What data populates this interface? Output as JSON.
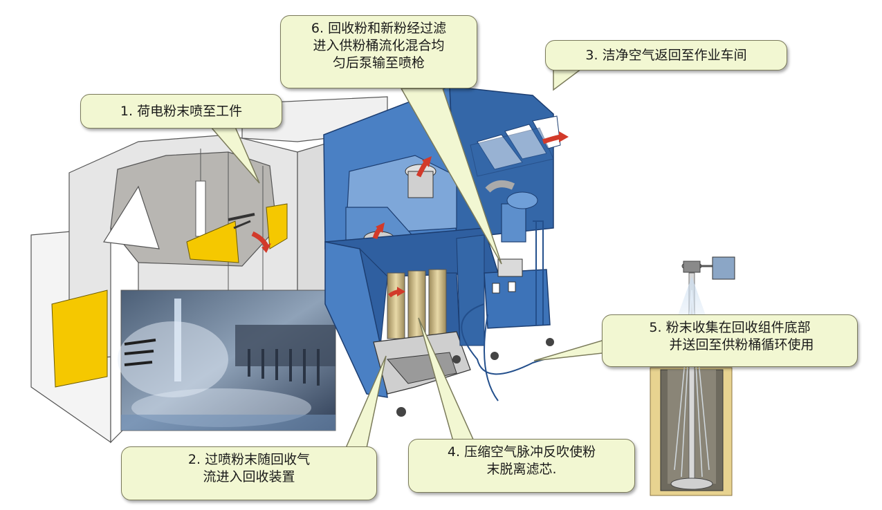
{
  "colors": {
    "booth_blue": "#3d73b8",
    "booth_blue_dark": "#234f8c",
    "booth_blue_light": "#6f9fd8",
    "booth_white": "#eeeeee",
    "panel_yellow": "#f5c800",
    "arrow_red": "#d23a2a",
    "callout_fill": "#f2f7d2"
  },
  "callouts": {
    "c1": {
      "line1": "1. 荷电粉末喷至工件"
    },
    "c2": {
      "line1": "2. 过喷粉末随回收气",
      "line2": "流进入回收装置"
    },
    "c3": {
      "line1": "3. 洁净空气返回至作业车间"
    },
    "c4": {
      "line1": "4. 压缩空气脉冲反吹使粉",
      "line2": "末脱离滤芯."
    },
    "c5": {
      "line1": "5. 粉末收集在回收组件底部",
      "line2": "并送回至供粉桶循环使用"
    },
    "c6": {
      "line1": "6. 回收粉和新粉经过滤",
      "line2": "进入供粉桶流化混合均",
      "line3": "匀后泵输至喷枪"
    }
  }
}
